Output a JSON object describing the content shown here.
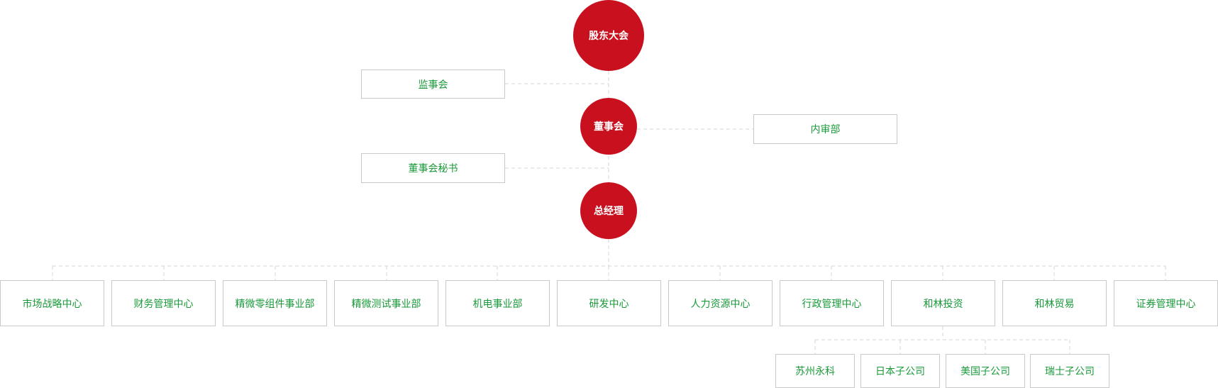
{
  "theme": {
    "accent": "#c8101f",
    "text_green": "#1a9a3a",
    "border": "#c9c9c9",
    "line": "#d9d9d9"
  },
  "chain": {
    "shareholders": "股东大会",
    "board": "董事会",
    "gm": "总经理"
  },
  "side": {
    "supervisory": "监事会",
    "secretary": "董事会秘书",
    "audit": "内审部"
  },
  "departments": [
    "市场战略中心",
    "财务管理中心",
    "精微零组件事业部",
    "精微测试事业部",
    "机电事业部",
    "研发中心",
    "人力资源中心",
    "行政管理中心",
    "和林投资",
    "和林贸易",
    "证券管理中心"
  ],
  "subsidiaries": [
    "苏州永科",
    "日本子公司",
    "美国子公司",
    "瑞士子公司"
  ]
}
